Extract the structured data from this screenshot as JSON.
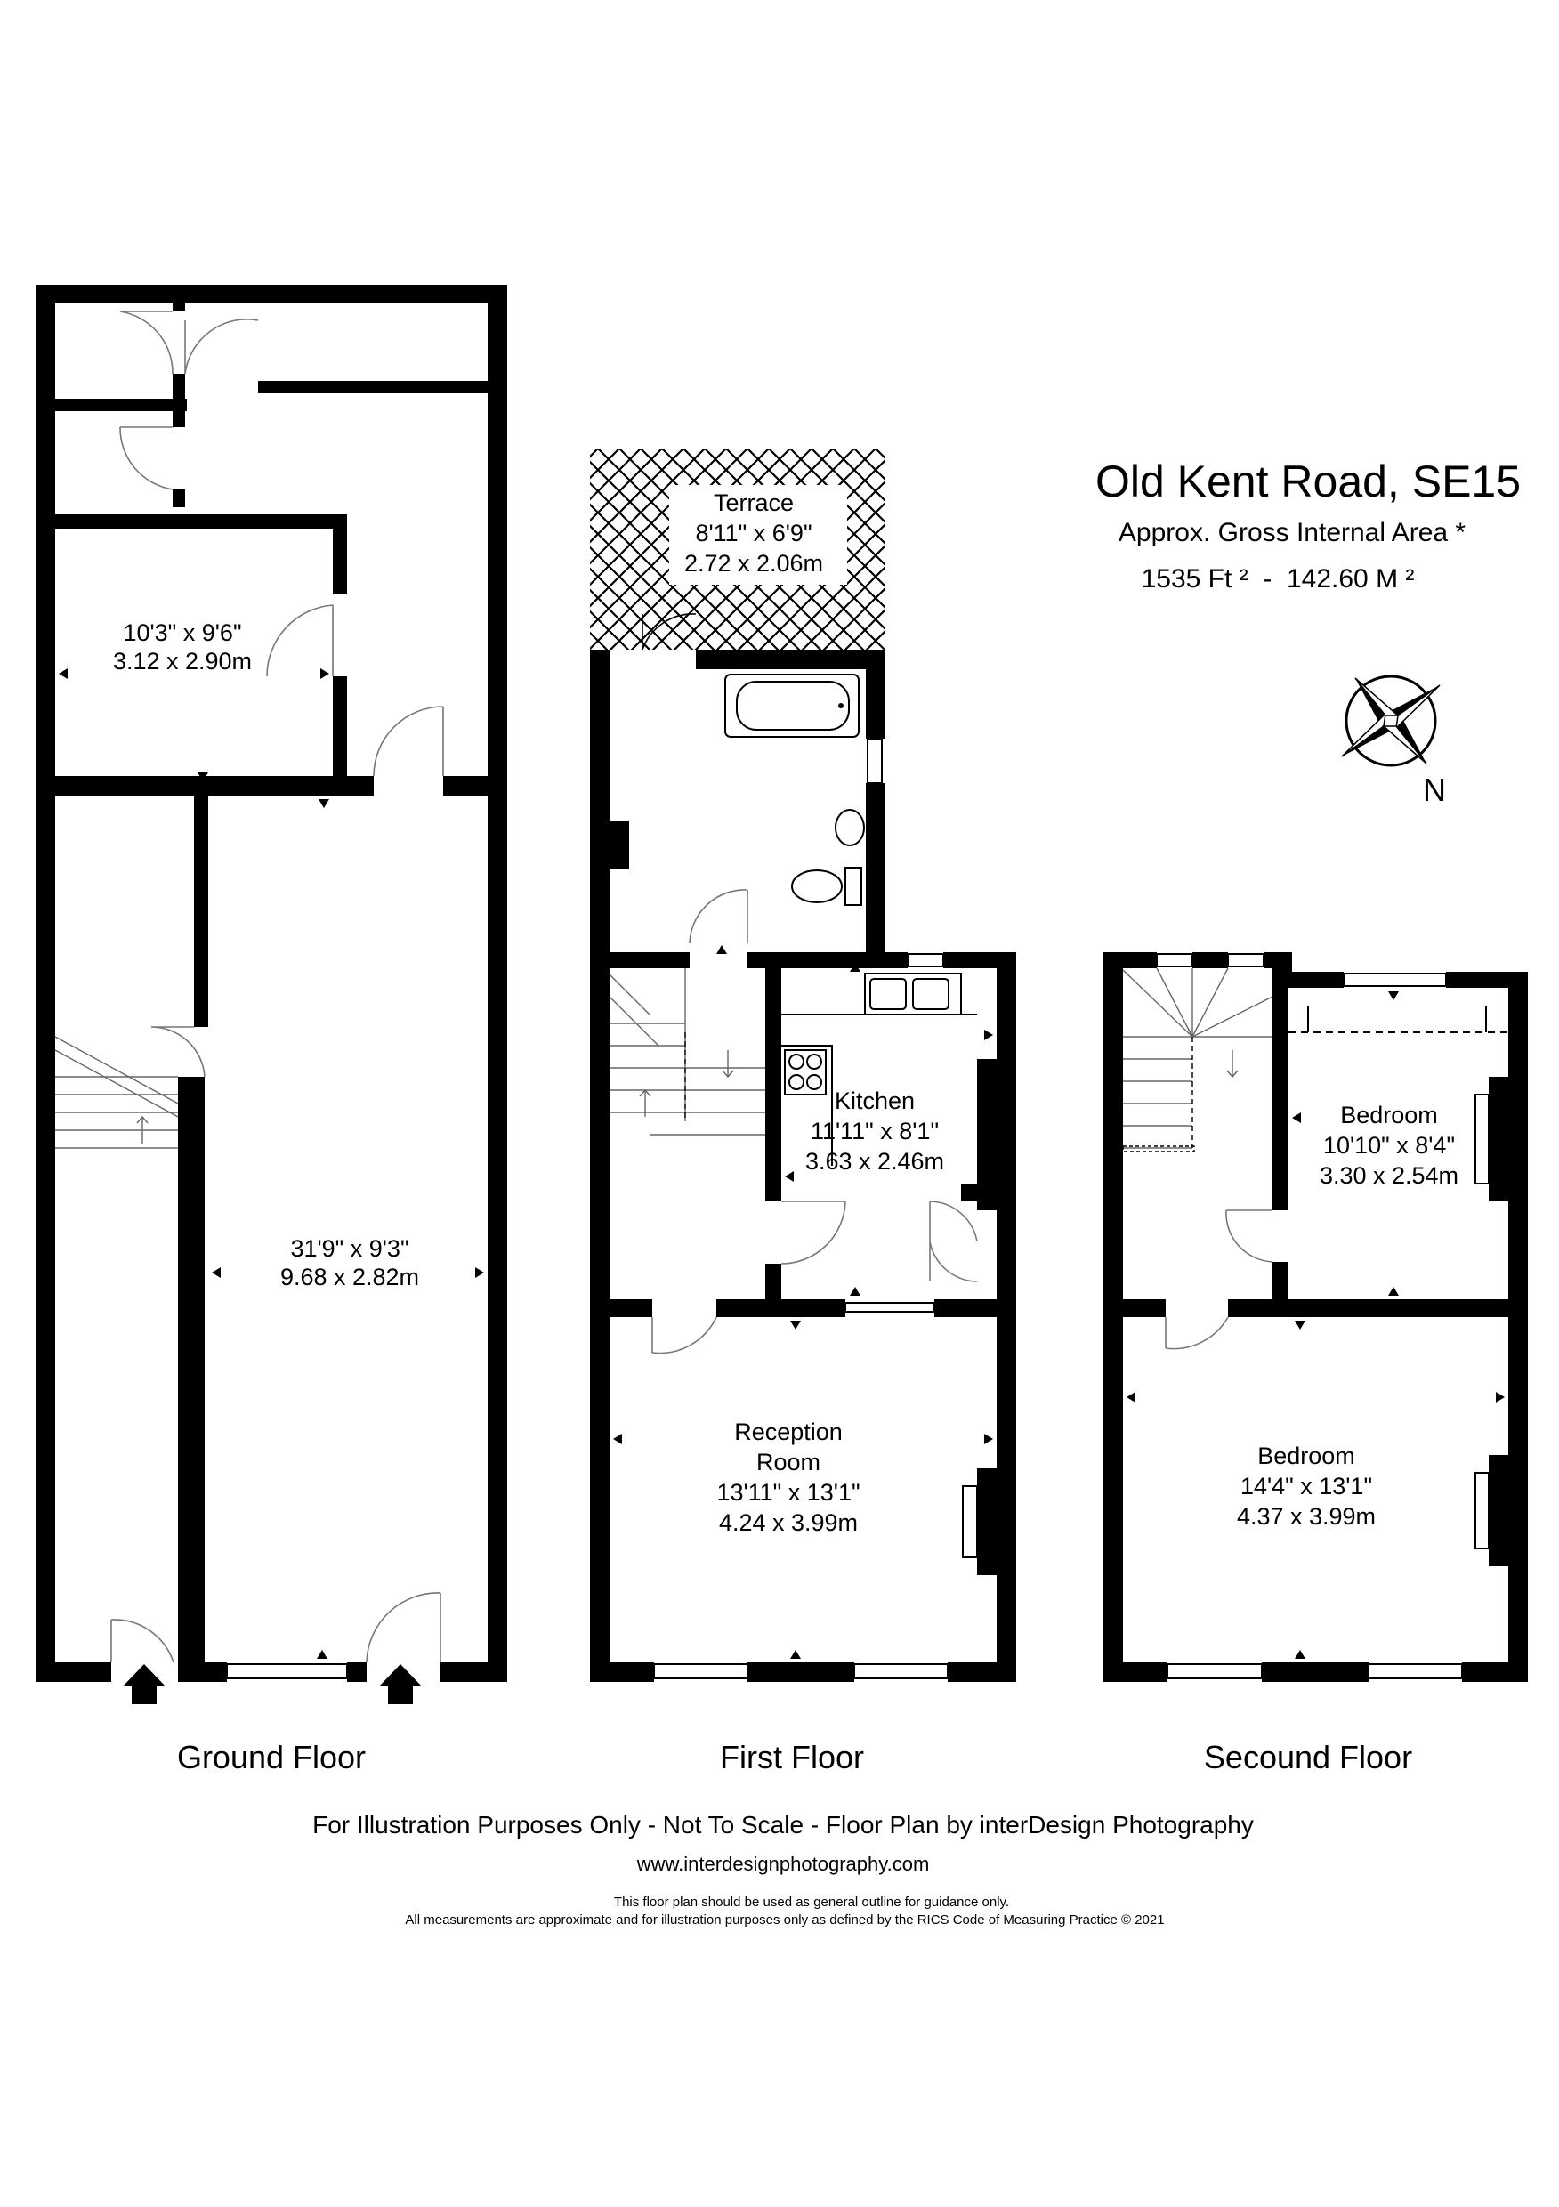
{
  "header": {
    "title": "Old Kent Road, SE15",
    "area_label": "Approx. Gross Internal Area *",
    "area_value": "1535 Ft ²  -  142.60 M ²",
    "compass_label": "N"
  },
  "rooms": {
    "ground_store": {
      "name": "",
      "imperial": "10'3\" x 9'6\"",
      "metric": "3.12 x 2.90m"
    },
    "ground_main": {
      "name": "",
      "imperial": "31'9\" x 9'3\"",
      "metric": "9.68 x 2.82m"
    },
    "terrace": {
      "name": "Terrace",
      "imperial": "8'11\" x 6'9\"",
      "metric": "2.72 x 2.06m"
    },
    "kitchen": {
      "name": "Kitchen",
      "imperial": "11'11\" x 8'1\"",
      "metric": "3.63 x 2.46m"
    },
    "reception": {
      "name_line1": "Reception",
      "name_line2": "Room",
      "imperial": "13'11\" x 13'1\"",
      "metric": "4.24 x 3.99m"
    },
    "bedroom_small": {
      "name": "Bedroom",
      "imperial": "10'10\" x 8'4\"",
      "metric": "3.30 x 2.54m"
    },
    "bedroom_large": {
      "name": "Bedroom",
      "imperial": "14'4\" x 13'1\"",
      "metric": "4.37 x 3.99m"
    }
  },
  "floors": {
    "ground": "Ground Floor",
    "first": "First Floor",
    "second": "Secound Floor"
  },
  "footer": {
    "disclaimer": "For Illustration Purposes Only - Not To Scale - Floor Plan by interDesign Photography",
    "website": "www.interdesignphotography.com",
    "note1": "This floor plan should be used as general outline for guidance only.",
    "note2": "All measurements are approximate and for illustration purposes only as defined by the RICS Code of Measuring Practice © 2021"
  }
}
